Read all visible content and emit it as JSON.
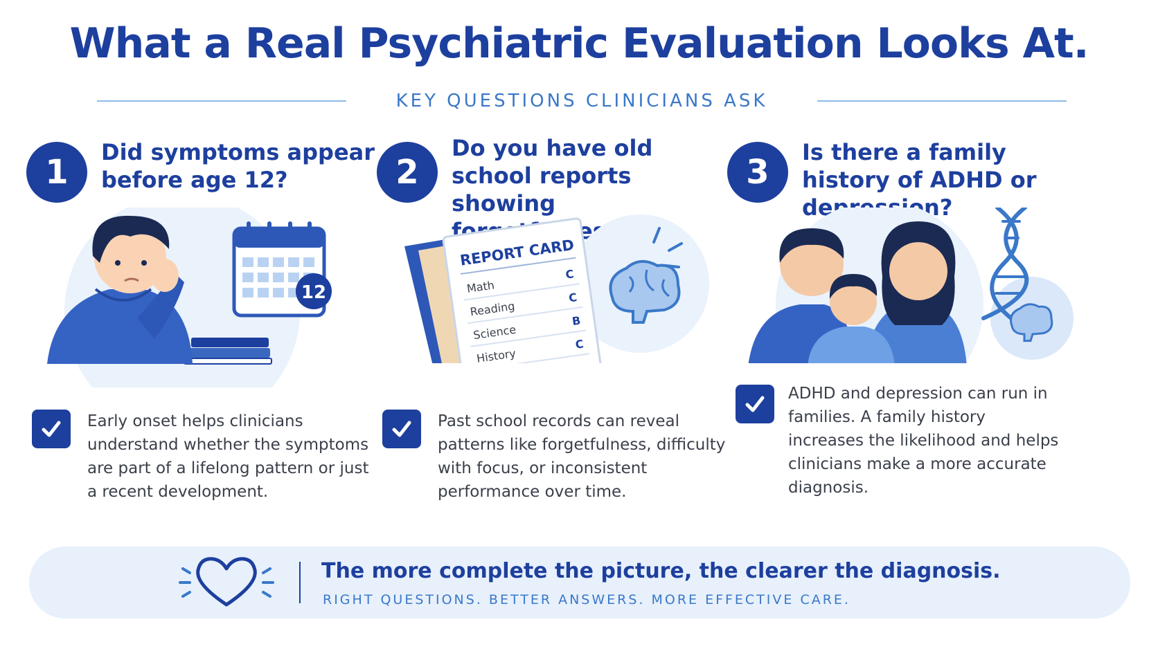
{
  "title": "What a Real Psychiatric Evaluation Looks At.",
  "subtitle": "KEY QUESTIONS CLINICIANS ASK",
  "columns": [
    {
      "number": "1",
      "question": "Did symptoms appear before age 12?",
      "description": "Early onset helps clinicians understand whether the symptoms are part of a lifelong pattern or just a recent development.",
      "calendar_badge": "12"
    },
    {
      "number": "2",
      "question": "Do you have old school reports showing forgetfulness?",
      "description": "Past school records can reveal patterns like forgetfulness, difficulty with focus, or inconsistent performance over time.",
      "report_card": {
        "title": "REPORT CARD",
        "rows": [
          {
            "subject": "Math",
            "grade": "C"
          },
          {
            "subject": "Reading",
            "grade": "C"
          },
          {
            "subject": "Science",
            "grade": "B"
          },
          {
            "subject": "History",
            "grade": "C"
          }
        ]
      }
    },
    {
      "number": "3",
      "question": "Is there a family history of ADHD or depression?",
      "description": "ADHD and depression can run in families. A family history increases the likelihood and helps clinicians make a more accurate diagnosis."
    }
  ],
  "footer": {
    "main": "The more complete the picture, the clearer the diagnosis.",
    "sub": "RIGHT QUESTIONS. BETTER ANSWERS. MORE EFFECTIVE CARE."
  },
  "colors": {
    "primary": "#1d3f9e",
    "accent": "#3a78c8",
    "light": "#e7f0fb",
    "mid": "#4a7fd4"
  },
  "icons": [
    "check-icon",
    "heart-icon",
    "brain-icon",
    "dna-icon",
    "calendar-icon"
  ]
}
